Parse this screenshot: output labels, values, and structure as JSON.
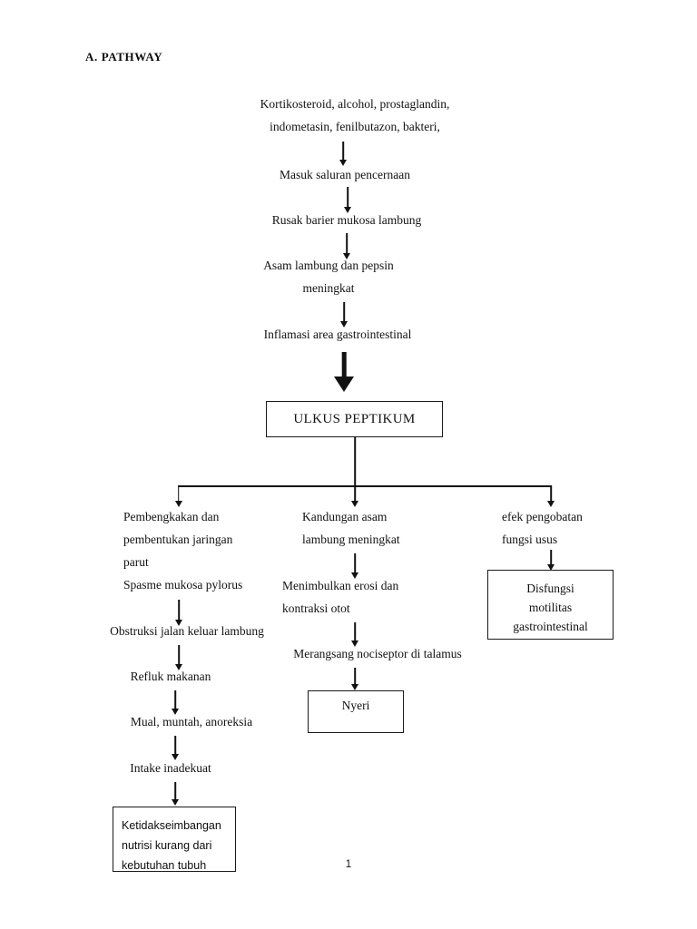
{
  "document": {
    "heading": "A.  PATHWAY",
    "page_number": "1",
    "ink_color": "#111111",
    "background_color": "#ffffff"
  },
  "flow": {
    "etiology": "Kortikosteroid, alcohol, prostaglandin,\nindometasin, fenilbutazon, bakteri,",
    "step_ingestion": "Masuk saluran pencernaan",
    "step_mucosa": "Rusak barier mukosa lambung",
    "step_acid": "Asam lambung dan pepsin\nmeningkat",
    "step_inflammation": "Inflamasi area gastrointestinal",
    "diagnosis_main": "ULKUS PEPTIKUM"
  },
  "branch_left": {
    "cause": "Pembengkakan dan\npembentukan jaringan\nparut",
    "step_spasm": "Spasme mukosa pylorus",
    "step_obstruction": "Obstruksi jalan keluar lambung",
    "step_reflux": "Refluk makanan",
    "step_symptoms": "Mual, muntah, anoreksia",
    "step_intake": "Intake inadekuat",
    "outcome": "Ketidakseimbangan\nnutrisi kurang dari\nkebutuhan tubuh"
  },
  "branch_middle": {
    "cause": "Kandungan asam\nlambung meningkat",
    "step_erosion": "Menimbulkan erosi dan\nkontraksi otot",
    "step_nociceptor": "Merangsang nociseptor di talamus",
    "outcome": "Nyeri"
  },
  "branch_right": {
    "cause": "efek pengobatan\nfungsi usus",
    "outcome": "Disfungsi\nmotilitas\ngastrointestinal"
  }
}
